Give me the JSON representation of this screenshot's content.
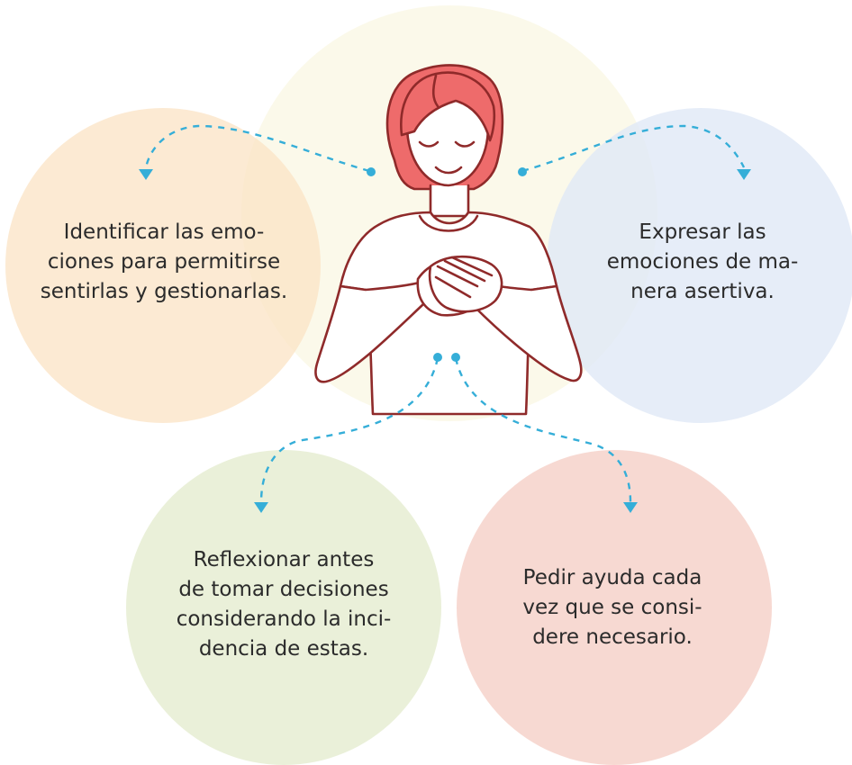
{
  "colors": {
    "top_circle": "#fbf8e8",
    "left_circle": "#fbe3c4",
    "right_circle": "#dfe8f6",
    "bottom_left_circle": "#e9efd7",
    "bottom_right_circle": "#f7d7d0",
    "connector": "#35aed8",
    "hair": "#ee6b6b",
    "outline": "#8f2a2a",
    "skin": "#ffffff"
  },
  "nodes": {
    "left": {
      "lines": [
        "Identificar las emo-",
        "ciones para permitirse",
        "sentirlas y gestionarlas."
      ]
    },
    "right": {
      "lines": [
        "Expresar las",
        "emociones de ma-",
        "nera asertiva."
      ]
    },
    "bottom_left": {
      "lines": [
        "Reflexionar antes",
        "de tomar decisiones",
        "considerando la inci-",
        "dencia de estas."
      ]
    },
    "bottom_right": {
      "lines": [
        "Pedir ayuda cada",
        "vez que se consi-",
        "dere necesario."
      ]
    }
  },
  "illustration": {
    "subject": "woman-with-hands-on-chest"
  }
}
